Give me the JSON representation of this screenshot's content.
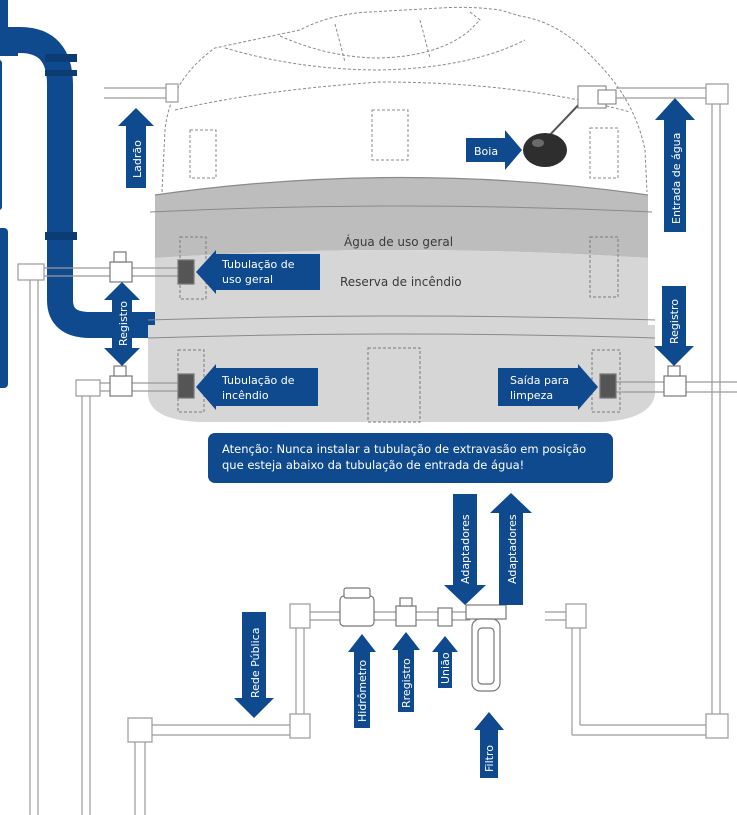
{
  "colors": {
    "accent_blue": "#0e4a8d",
    "zone_general": "#bdbdbd",
    "zone_fire": "#d6d6d6",
    "pipe_line": "#9a9a9a"
  },
  "tank_labels": {
    "general_water": "Água de uso geral",
    "fire_reserve": "Reserva de incêndio"
  },
  "labels": {
    "ladrao": "Ladrão",
    "boia": "Boia",
    "entrada_agua": "Entrada de água",
    "tubulacao_uso_geral_1": "Tubulação de",
    "tubulacao_uso_geral_2": "uso geral",
    "registro_left": "Registro",
    "registro_right": "Registro",
    "tubulacao_incendio_1": "Tubulação de",
    "tubulacao_incendio_2": "incêndio",
    "saida_limpeza_1": "Saída para",
    "saida_limpeza_2": "limpeza",
    "adaptadores_left": "Adaptadores",
    "adaptadores_right": "Adaptadores",
    "rede_publica": "Rede Pública",
    "hidrometro": "Hidrômetro",
    "rregistro": "Rregistro",
    "uniao": "União",
    "filtro": "Filtro"
  },
  "notice": {
    "line1": "Atenção: Nunca instalar a tubulação de extravasão em posição",
    "line2": "que esteja abaixo da tubulação de entrada de água!"
  }
}
